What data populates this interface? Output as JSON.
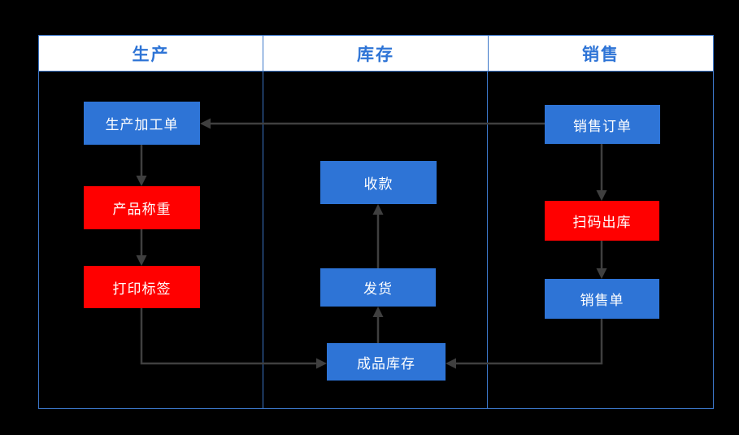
{
  "diagram": {
    "lanes": {
      "production": {
        "label": "生产"
      },
      "inventory": {
        "label": "库存"
      },
      "sales": {
        "label": "销售"
      }
    },
    "nodes": {
      "production_order": {
        "label": "生产加工单",
        "type": "blue"
      },
      "product_weighing": {
        "label": "产品称重",
        "type": "red"
      },
      "print_label": {
        "label": "打印标签",
        "type": "red"
      },
      "receive_payment": {
        "label": "收款",
        "type": "blue"
      },
      "ship_goods": {
        "label": "发货",
        "type": "blue"
      },
      "finished_goods_stock": {
        "label": "成品库存",
        "type": "blue"
      },
      "sales_order": {
        "label": "销售订单",
        "type": "blue"
      },
      "scan_outbound": {
        "label": "扫码出库",
        "type": "red"
      },
      "sales_slip": {
        "label": "销售单",
        "type": "blue"
      }
    },
    "edges": [
      {
        "from": "sales_order",
        "to": "production_order"
      },
      {
        "from": "production_order",
        "to": "product_weighing"
      },
      {
        "from": "product_weighing",
        "to": "print_label"
      },
      {
        "from": "print_label",
        "to": "finished_goods_stock"
      },
      {
        "from": "finished_goods_stock",
        "to": "ship_goods"
      },
      {
        "from": "ship_goods",
        "to": "receive_payment"
      },
      {
        "from": "sales_order",
        "to": "scan_outbound"
      },
      {
        "from": "scan_outbound",
        "to": "sales_slip"
      },
      {
        "from": "sales_slip",
        "to": "finished_goods_stock"
      }
    ],
    "colors": {
      "background": "#000000",
      "lane_header_bg": "#FFFFFF",
      "lane_header_text": "#2E74D6",
      "frame_border": "#3B76C8",
      "node_blue": "#2E74D6",
      "node_red": "#FF0000",
      "node_text": "#FFFFFF",
      "arrow": "#3F3F3F"
    }
  }
}
